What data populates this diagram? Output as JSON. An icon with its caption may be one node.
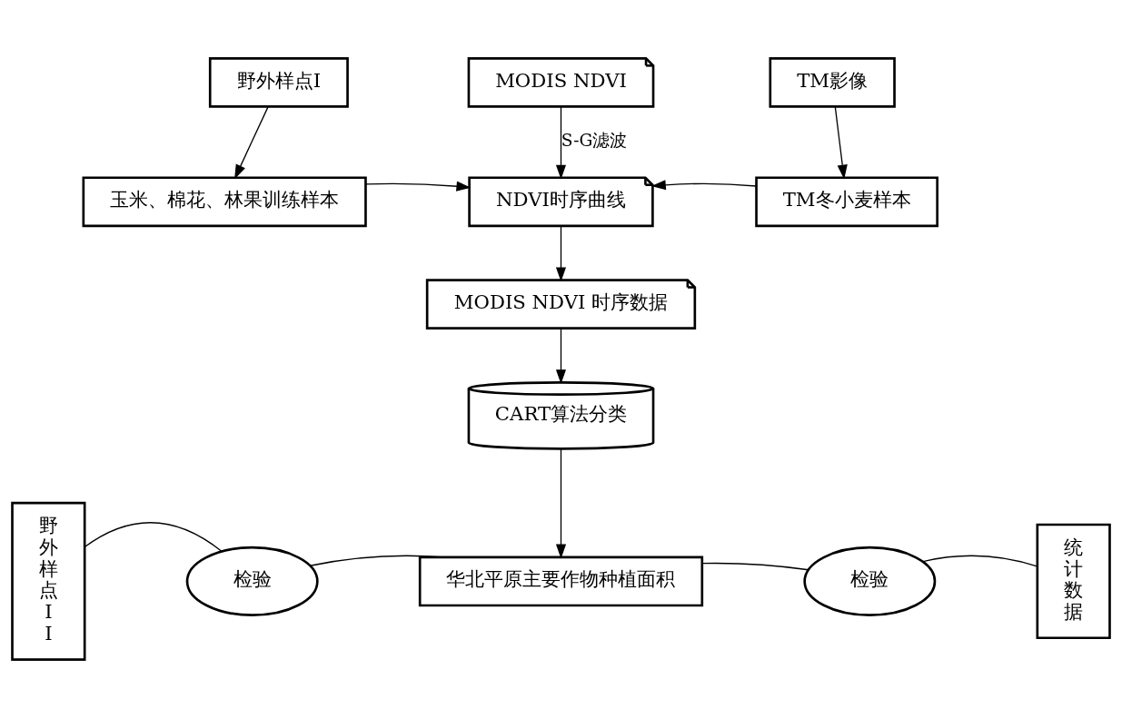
{
  "diagram": {
    "nodes": [
      {
        "text": [
          "野外样点I"
        ]
      },
      {
        "text": [
          "MODIS NDVI"
        ]
      },
      {
        "text": [
          "TM影像"
        ]
      },
      {
        "text": [
          "玉米、棉花、林果训练样本"
        ]
      },
      {
        "text": [
          "NDVI时序曲线"
        ]
      },
      {
        "text": [
          "TM冬小麦样本"
        ]
      },
      {
        "text": [
          "MODIS NDVI 时序数据"
        ]
      },
      {
        "text": [
          "CART算法分类"
        ]
      },
      {
        "text": [
          "野外样点II"
        ]
      },
      {
        "text": [
          "检验"
        ]
      },
      {
        "text": [
          "华北平原主要作物种植面积"
        ]
      },
      {
        "text": [
          "检验"
        ]
      },
      {
        "text": [
          "统计数据"
        ]
      }
    ],
    "edges": [
      {
        "from": 0,
        "to": 3,
        "arrow": "to"
      },
      {
        "from": 1,
        "to": 4,
        "arrow": "to",
        "label": "S-G滤波"
      },
      {
        "from": 2,
        "to": 5,
        "arrow": "to"
      },
      {
        "from": 3,
        "to": 4,
        "arrow": "to"
      },
      {
        "from": 5,
        "to": 4,
        "arrow": "to"
      },
      {
        "from": 4,
        "to": 6,
        "arrow": "to"
      },
      {
        "from": 6,
        "to": 7,
        "arrow": "to"
      },
      {
        "from": 7,
        "to": 10,
        "arrow": "to"
      },
      {
        "from": 8,
        "to": 9,
        "arrow": "none"
      },
      {
        "from": 9,
        "to": 10,
        "arrow": "none"
      },
      {
        "from": 10,
        "to": 11,
        "arrow": "none"
      },
      {
        "from": 11,
        "to": 12,
        "arrow": "none"
      }
    ]
  }
}
